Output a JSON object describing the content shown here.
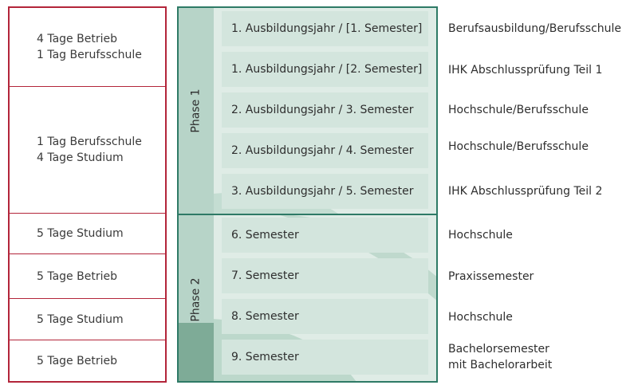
{
  "left_column": [
    {
      "lines": [
        "4 Tage Betrieb",
        "1 Tag Berufsschule"
      ]
    },
    {
      "lines": [
        "1 Tag Berufsschule",
        "4 Tage Studium"
      ]
    },
    {
      "lines": [
        "5 Tage Studium"
      ]
    },
    {
      "lines": [
        "5 Tage Betrieb"
      ]
    },
    {
      "lines": [
        "5 Tage Studium"
      ]
    },
    {
      "lines": [
        "5 Tage Betrieb"
      ]
    }
  ],
  "phases": [
    {
      "label": "Phase 1"
    },
    {
      "label": "Phase 2"
    }
  ],
  "semesters": [
    {
      "label": "1. Ausbildungsjahr / [1. Semester]"
    },
    {
      "label": "1. Ausbildungsjahr / [2. Semester]"
    },
    {
      "label": "2. Ausbildungsjahr / 3. Semester"
    },
    {
      "label": "2. Ausbildungsjahr / 4. Semester"
    },
    {
      "label": "3. Ausbildungsjahr / 5. Semester"
    },
    {
      "label": "6. Semester"
    },
    {
      "label": "7. Semester"
    },
    {
      "label": "8. Semester"
    },
    {
      "label": "9. Semester"
    }
  ],
  "right_column": [
    {
      "lines": [
        "Berufsausbildung/Berufsschule"
      ]
    },
    {
      "lines": [
        "IHK Abschlussprüfung Teil 1"
      ]
    },
    {
      "lines": [
        "Hochschule/Berufsschule"
      ]
    },
    {
      "lines": [
        "Hochschule/Berufsschule"
      ]
    },
    {
      "lines": [
        "IHK Abschlussprüfung Teil 2"
      ]
    },
    {
      "lines": [
        "Hochschule"
      ]
    },
    {
      "lines": [
        "Praxissemester"
      ]
    },
    {
      "lines": [
        "Hochschule"
      ]
    },
    {
      "lines": [
        "Bachelorsemester",
        "mit Bachelorarbeit"
      ]
    }
  ],
  "colors": {
    "left_border": "#b3253a",
    "mid_border": "#2e7a66",
    "box_fill": "#d3e5dd",
    "strip_fill": "#b7d4c8"
  }
}
